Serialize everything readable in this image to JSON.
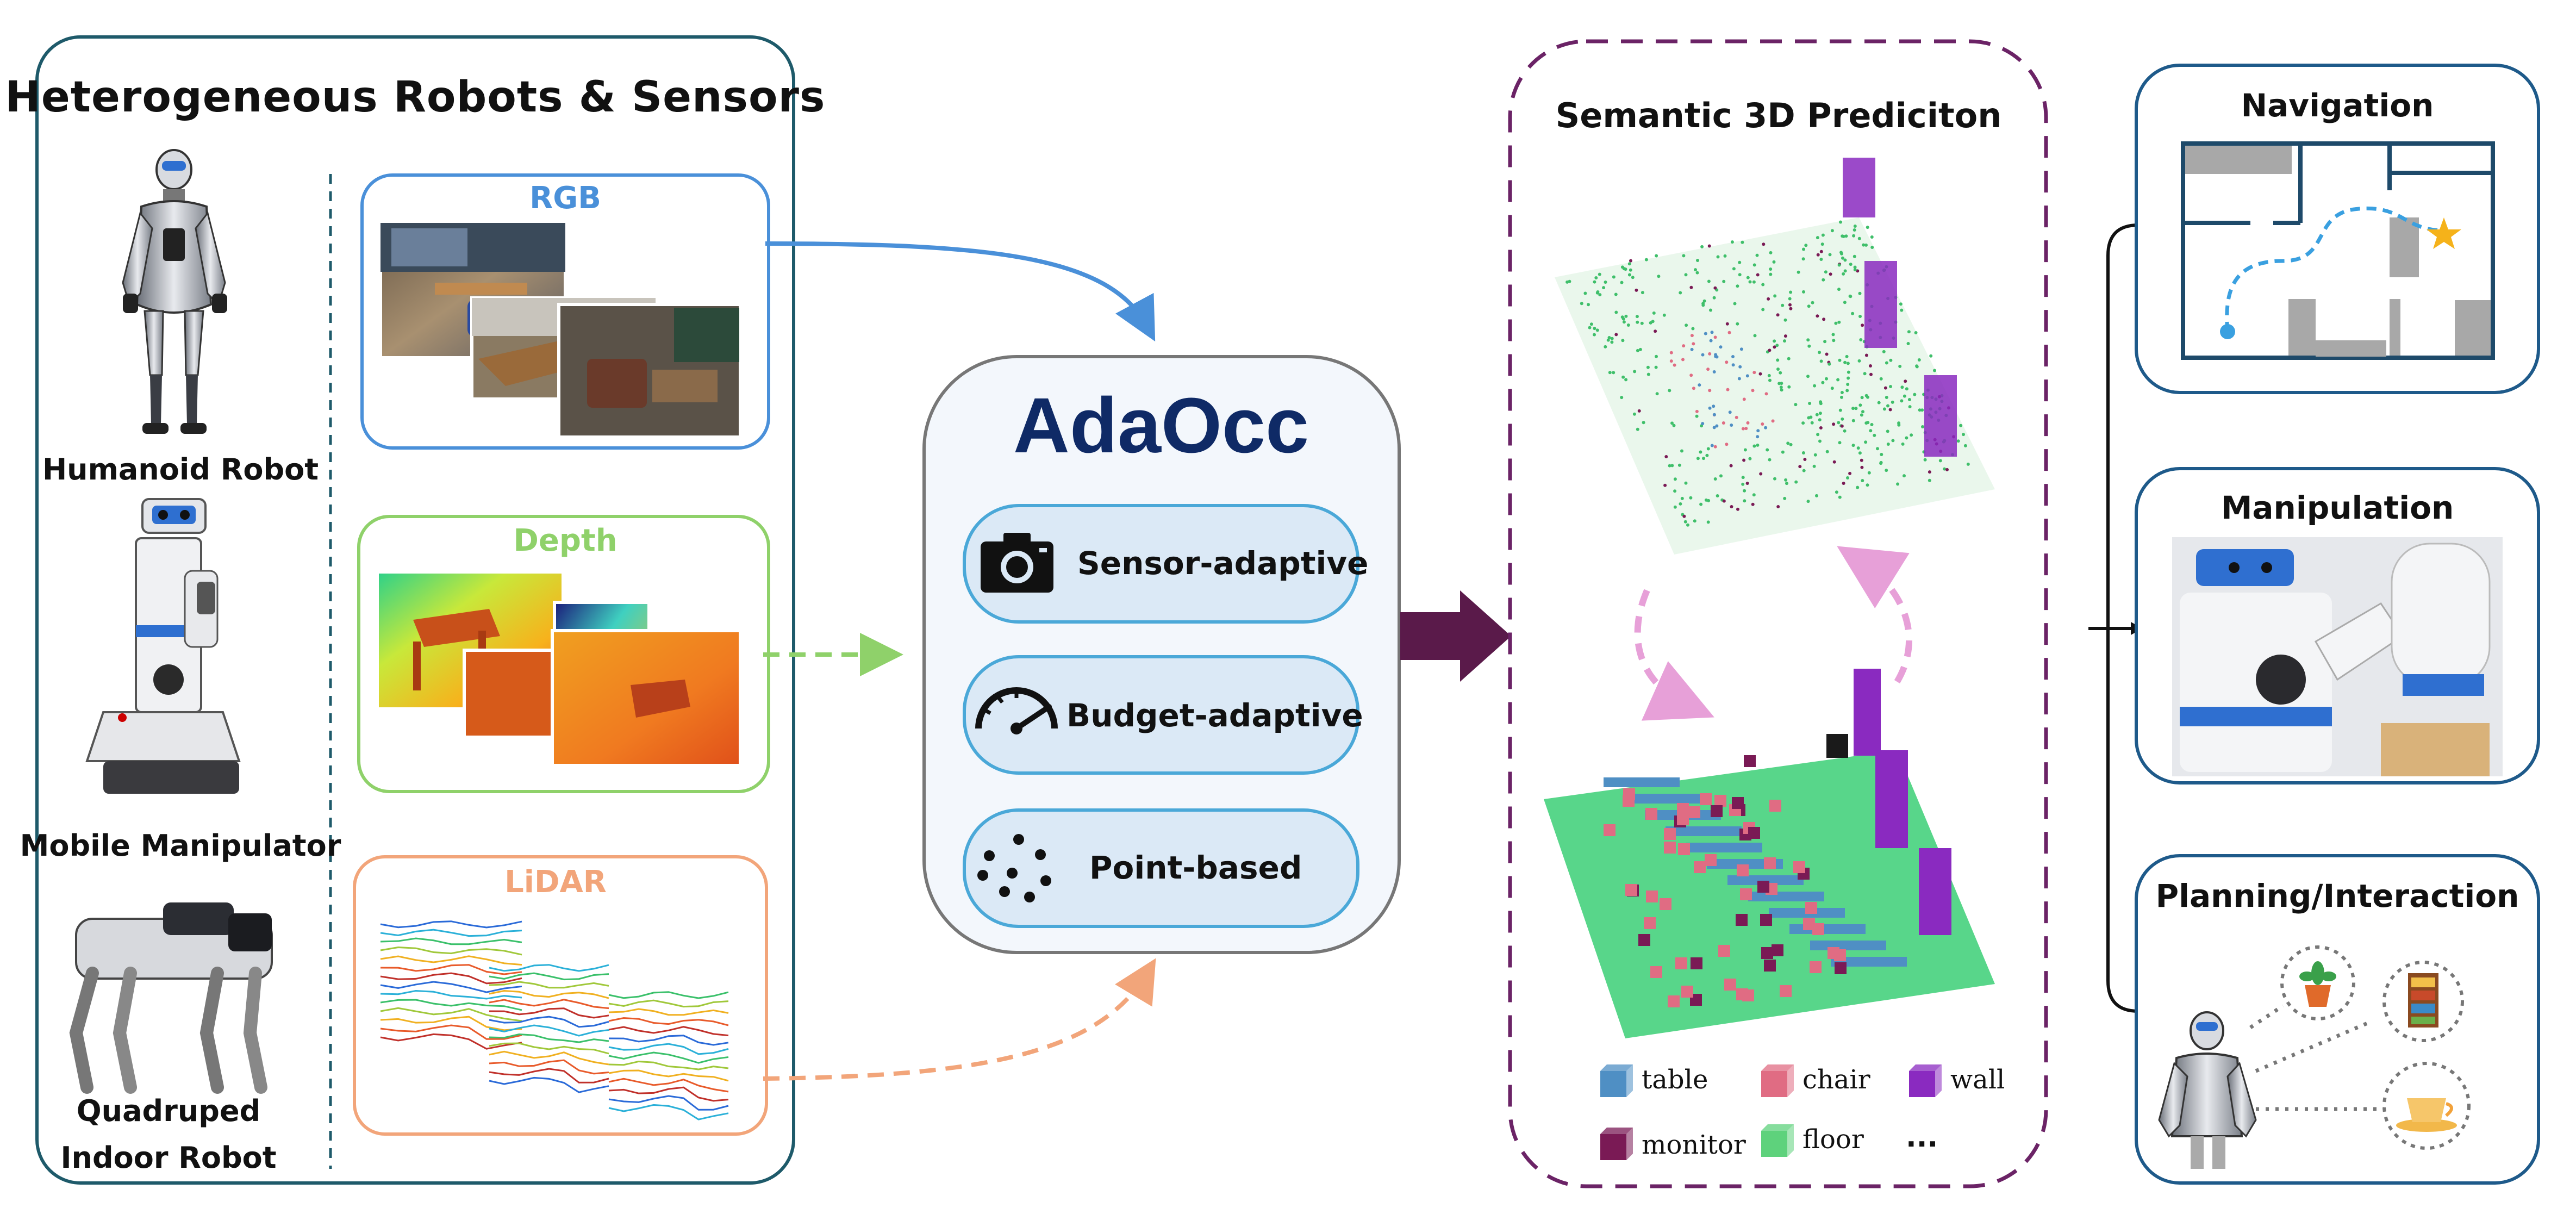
{
  "left_panel": {
    "title": "Heterogeneous Robots & Sensors",
    "robots": [
      {
        "label": "Humanoid Robot"
      },
      {
        "label": "Mobile Manipulator"
      },
      {
        "label_line1": "Quadruped",
        "label_line2": "Indoor Robot"
      }
    ],
    "sensors": {
      "rgb": {
        "label": "RGB",
        "color": "#4a90d9"
      },
      "depth": {
        "label": "Depth",
        "color": "#8fd16a"
      },
      "lidar": {
        "label": "LiDAR",
        "color": "#f2a57a"
      }
    },
    "border_color": "#1e5a6a"
  },
  "model": {
    "title": "AdaOcc",
    "title_color": "#0f2a66",
    "features": [
      {
        "label": "Sensor-adaptive",
        "icon": "camera-icon"
      },
      {
        "label": "Budget-adaptive",
        "icon": "gauge-icon"
      },
      {
        "label": "Point-based",
        "icon": "points-icon"
      }
    ]
  },
  "prediction": {
    "title": "Semantic 3D Prediciton",
    "border_color": "#6b2366",
    "legend": [
      {
        "label": "table",
        "color": "#4f8fc4"
      },
      {
        "label": "chair",
        "color": "#e06c83"
      },
      {
        "label": "wall",
        "color": "#8a2ac0"
      },
      {
        "label": "monitor",
        "color": "#7a1a55"
      },
      {
        "label": "floor",
        "color": "#5ed27c"
      },
      {
        "label": "..."
      }
    ]
  },
  "tasks": [
    {
      "label": "Navigation"
    },
    {
      "label": "Manipulation"
    },
    {
      "label": "Planning/Interaction"
    }
  ],
  "colors": {
    "arrow_main": "#5a1a4a",
    "task_border": "#1e5a8a"
  }
}
